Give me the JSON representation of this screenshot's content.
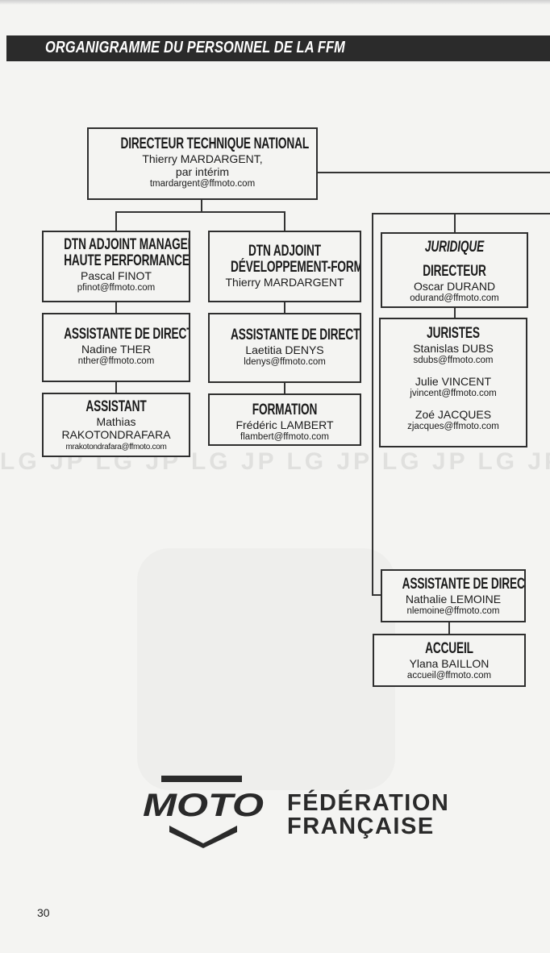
{
  "header": {
    "title": "ORGANIGRAMME DU PERSONNEL DE LA FFM"
  },
  "org": {
    "dtn": {
      "title": "DIRECTEUR TECHNIQUE NATIONAL",
      "name": "Thierry MARDARGENT,",
      "note": "par intérim",
      "email": "tmardargent@ffmoto.com"
    },
    "dtn_hp": {
      "title_line1": "DTN ADJOINT MANAGER",
      "title_line2": "HAUTE PERFORMANCE",
      "name": "Pascal FINOT",
      "email": "pfinot@ffmoto.com"
    },
    "asst_hp": {
      "title": "ASSISTANTE DE DIRECTION",
      "name": "Nadine THER",
      "email": "nther@ffmoto.com"
    },
    "assistant_hp": {
      "title": "ASSISTANT",
      "name_line1": "Mathias",
      "name_line2": "RAKOTONDRAFARA",
      "email": "mrakotondrafara@ffmoto.com"
    },
    "dtn_df": {
      "title_line1": "DTN ADJOINT",
      "title_line2": "DÉVELOPPEMENT-FORMATION",
      "name": "Thierry MARDARGENT"
    },
    "asst_df": {
      "title": "ASSISTANTE DE DIRECTION",
      "name": "Laetitia DENYS",
      "email": "ldenys@ffmoto.com"
    },
    "formation": {
      "title": "FORMATION",
      "name": "Frédéric LAMBERT",
      "email": "flambert@ffmoto.com"
    },
    "juridique": {
      "department": "JURIDIQUE",
      "title": "DIRECTEUR",
      "name": "Oscar DURAND",
      "email": "odurand@ffmoto.com"
    },
    "juristes": {
      "title": "JURISTES",
      "people": [
        {
          "name": "Stanislas DUBS",
          "email": "sdubs@ffmoto.com"
        },
        {
          "name": "Julie VINCENT",
          "email": "jvincent@ffmoto.com"
        },
        {
          "name": "Zoé JACQUES",
          "email": "zjacques@ffmoto.com"
        }
      ]
    },
    "asst_right": {
      "title": "ASSISTANTE DE DIRECTION",
      "name": "Nathalie LEMOINE",
      "email": "nlemoine@ffmoto.com"
    },
    "accueil": {
      "title": "ACCUEIL",
      "name": "Ylana BAILLON",
      "email": "accueil@ffmoto.com"
    }
  },
  "watermark_text": "LG JP LG JP LG JP LG JP LG JP LG JP LG JP",
  "logo": {
    "mark": "MOTO",
    "line1": "FÉDÉRATION",
    "line2": "FRANÇAISE"
  },
  "footer": {
    "page_number": "30"
  }
}
